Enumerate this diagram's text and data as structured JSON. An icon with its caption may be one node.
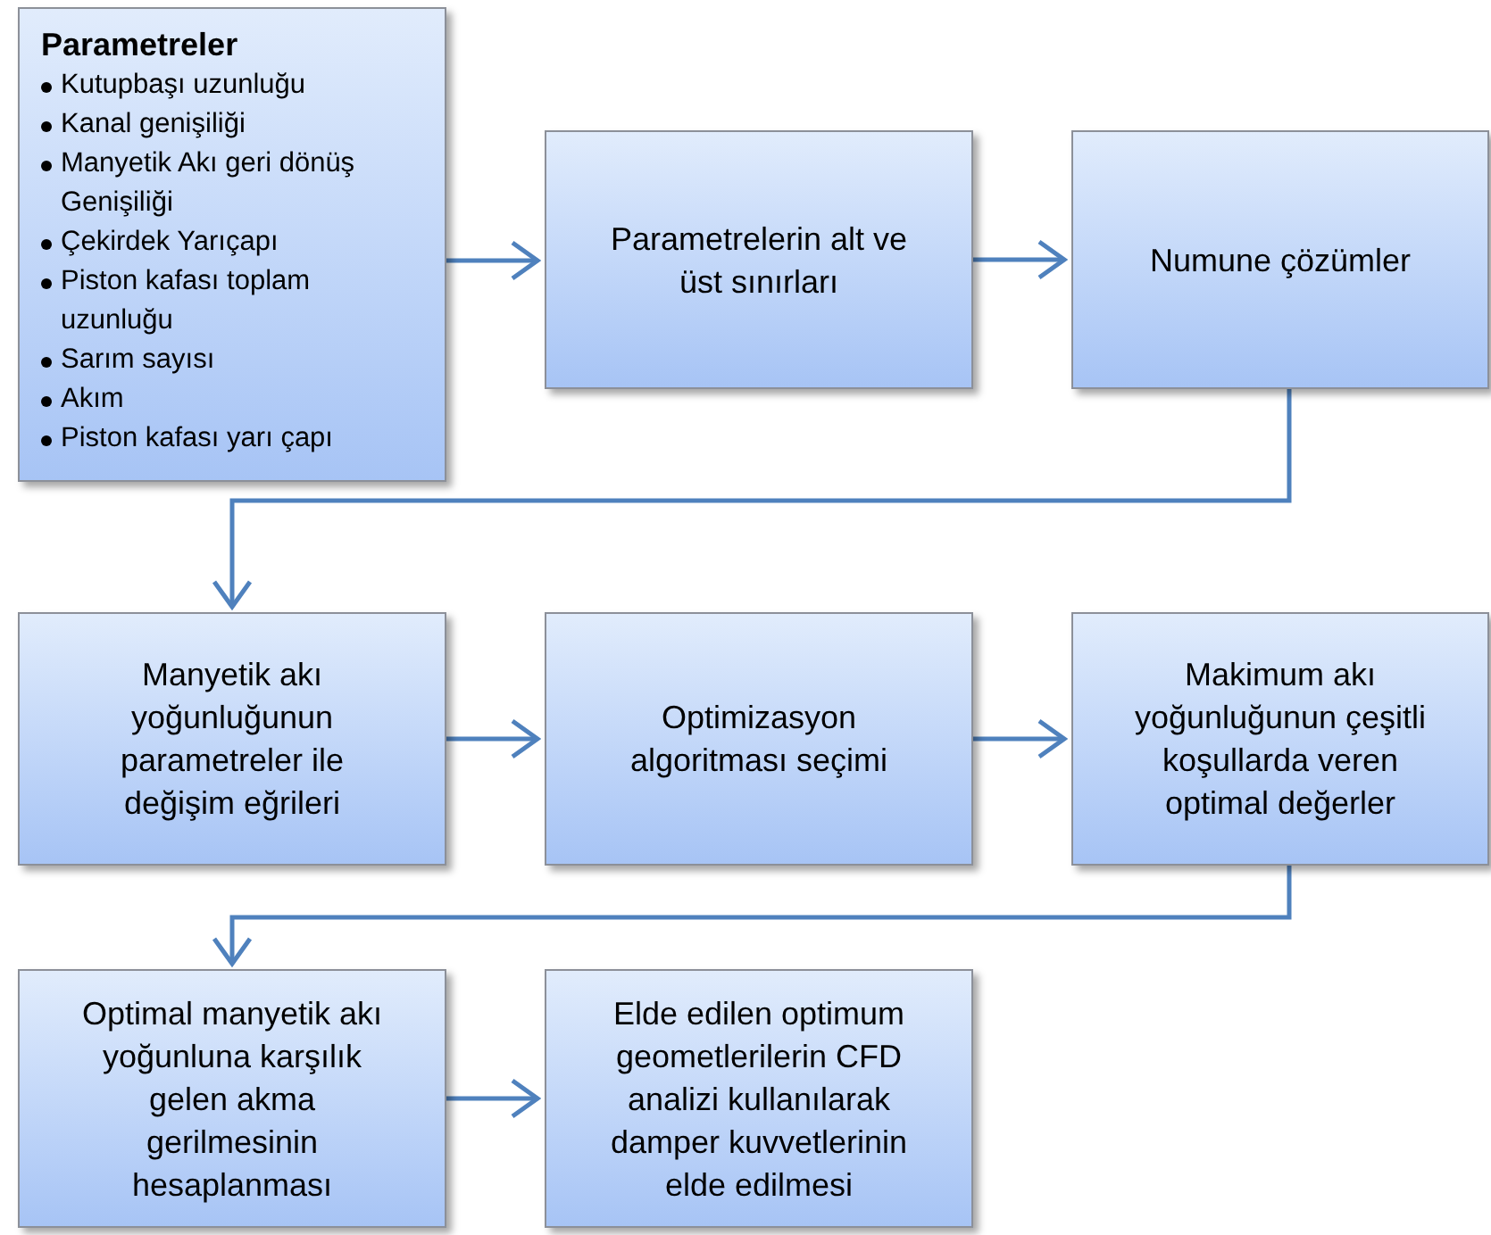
{
  "diagram": {
    "nodes": [
      {
        "text": [
          "Parametreler",
          "Kutupbaşı uzunluğu",
          "Kanal genişiliği",
          "Manyetik Akı geri dönüş Genişiliği",
          "Çekirdek Yarıçapı",
          "Piston kafası toplam uzunluğu",
          "Sarım sayısı",
          "Akım",
          "Piston kafası yarı çapı"
        ]
      },
      {
        "text": [
          "Parametrelerin alt ve üst sınırları"
        ]
      },
      {
        "text": [
          "Numune çözümler"
        ]
      },
      {
        "text": [
          "Manyetik akı yoğunluğunun parametreler ile değişim eğrileri"
        ]
      },
      {
        "text": [
          "Optimizasyon algoritması seçimi"
        ]
      },
      {
        "text": [
          "Makimum akı yoğunluğunun çeşitli koşullarda veren optimal değerler"
        ]
      },
      {
        "text": [
          "Optimal manyetik akı yoğunluna karşılık gelen akma gerilmesinin hesaplanması"
        ]
      },
      {
        "text": [
          "Elde edilen optimum geometlerilerin CFD analizi kullanılarak damper kuvvetlerinin elde edilmesi"
        ]
      }
    ],
    "edges": [
      {
        "from": 0,
        "to": 1,
        "arrow": "to"
      },
      {
        "from": 1,
        "to": 2,
        "arrow": "to"
      },
      {
        "from": 2,
        "to": 3,
        "arrow": "to"
      },
      {
        "from": 3,
        "to": 4,
        "arrow": "to"
      },
      {
        "from": 4,
        "to": 5,
        "arrow": "to"
      },
      {
        "from": 5,
        "to": 6,
        "arrow": "to"
      },
      {
        "from": 6,
        "to": 7,
        "arrow": "to"
      }
    ]
  }
}
